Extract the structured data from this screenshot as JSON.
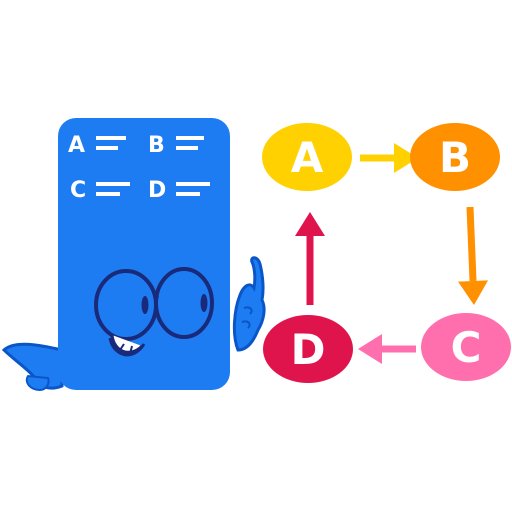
{
  "card": {
    "rows": [
      [
        "A",
        "B"
      ],
      [
        "C",
        "D"
      ]
    ],
    "color": "#1E7CF2"
  },
  "cycle": {
    "nodes": [
      {
        "id": "A",
        "label": "A",
        "color": "#FFD100"
      },
      {
        "id": "B",
        "label": "B",
        "color": "#FF9000"
      },
      {
        "id": "C",
        "label": "C",
        "color": "#FF6FAE"
      },
      {
        "id": "D",
        "label": "D",
        "color": "#E0144C"
      }
    ],
    "edges": [
      {
        "from": "A",
        "to": "B",
        "color": "#FFD100"
      },
      {
        "from": "B",
        "to": "C",
        "color": "#FF9000"
      },
      {
        "from": "C",
        "to": "D",
        "color": "#FF6FAE"
      },
      {
        "from": "D",
        "to": "A",
        "color": "#E0144C"
      }
    ]
  },
  "character": {
    "eye_icon": "round-glasses-icon",
    "hand_icon": "pointing-finger-icon"
  }
}
